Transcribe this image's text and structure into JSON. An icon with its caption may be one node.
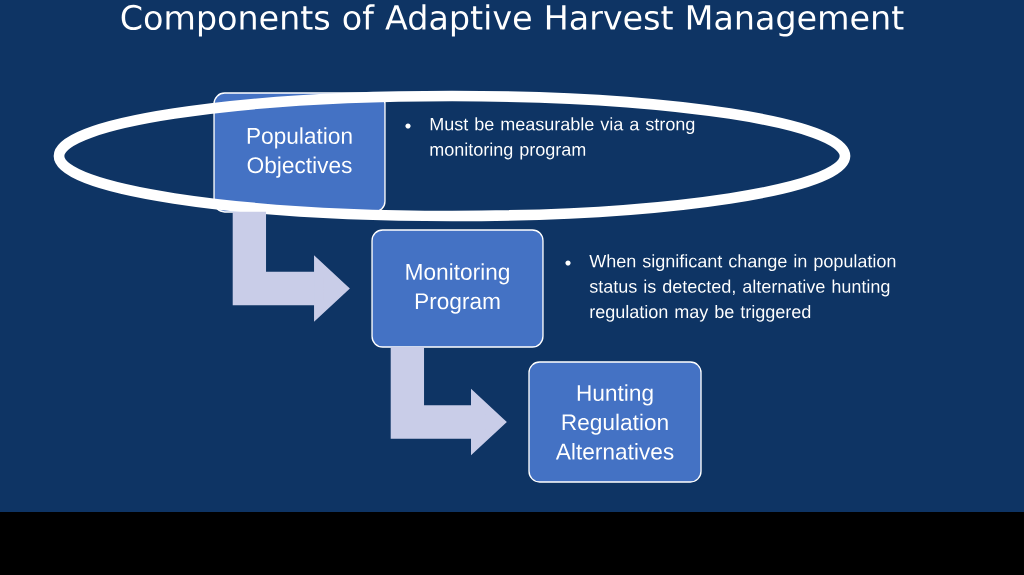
{
  "diagram": {
    "title": "Components of Adaptive Harvest Management",
    "nodes": [
      {
        "text": [
          "Population Objectives"
        ],
        "beside": [
          "Must be measurable via a strong monitoring program"
        ]
      },
      {
        "text": [
          "Monitoring Program"
        ],
        "beside": [
          "When significant change in population status is detected, alternative hunting regulation may be triggered"
        ]
      },
      {
        "text": [
          "Hunting Regulation Alternatives"
        ]
      }
    ],
    "edges": [
      {
        "from": 0,
        "to": 1,
        "arrow": "to"
      },
      {
        "from": 1,
        "to": 2,
        "arrow": "to"
      }
    ]
  }
}
